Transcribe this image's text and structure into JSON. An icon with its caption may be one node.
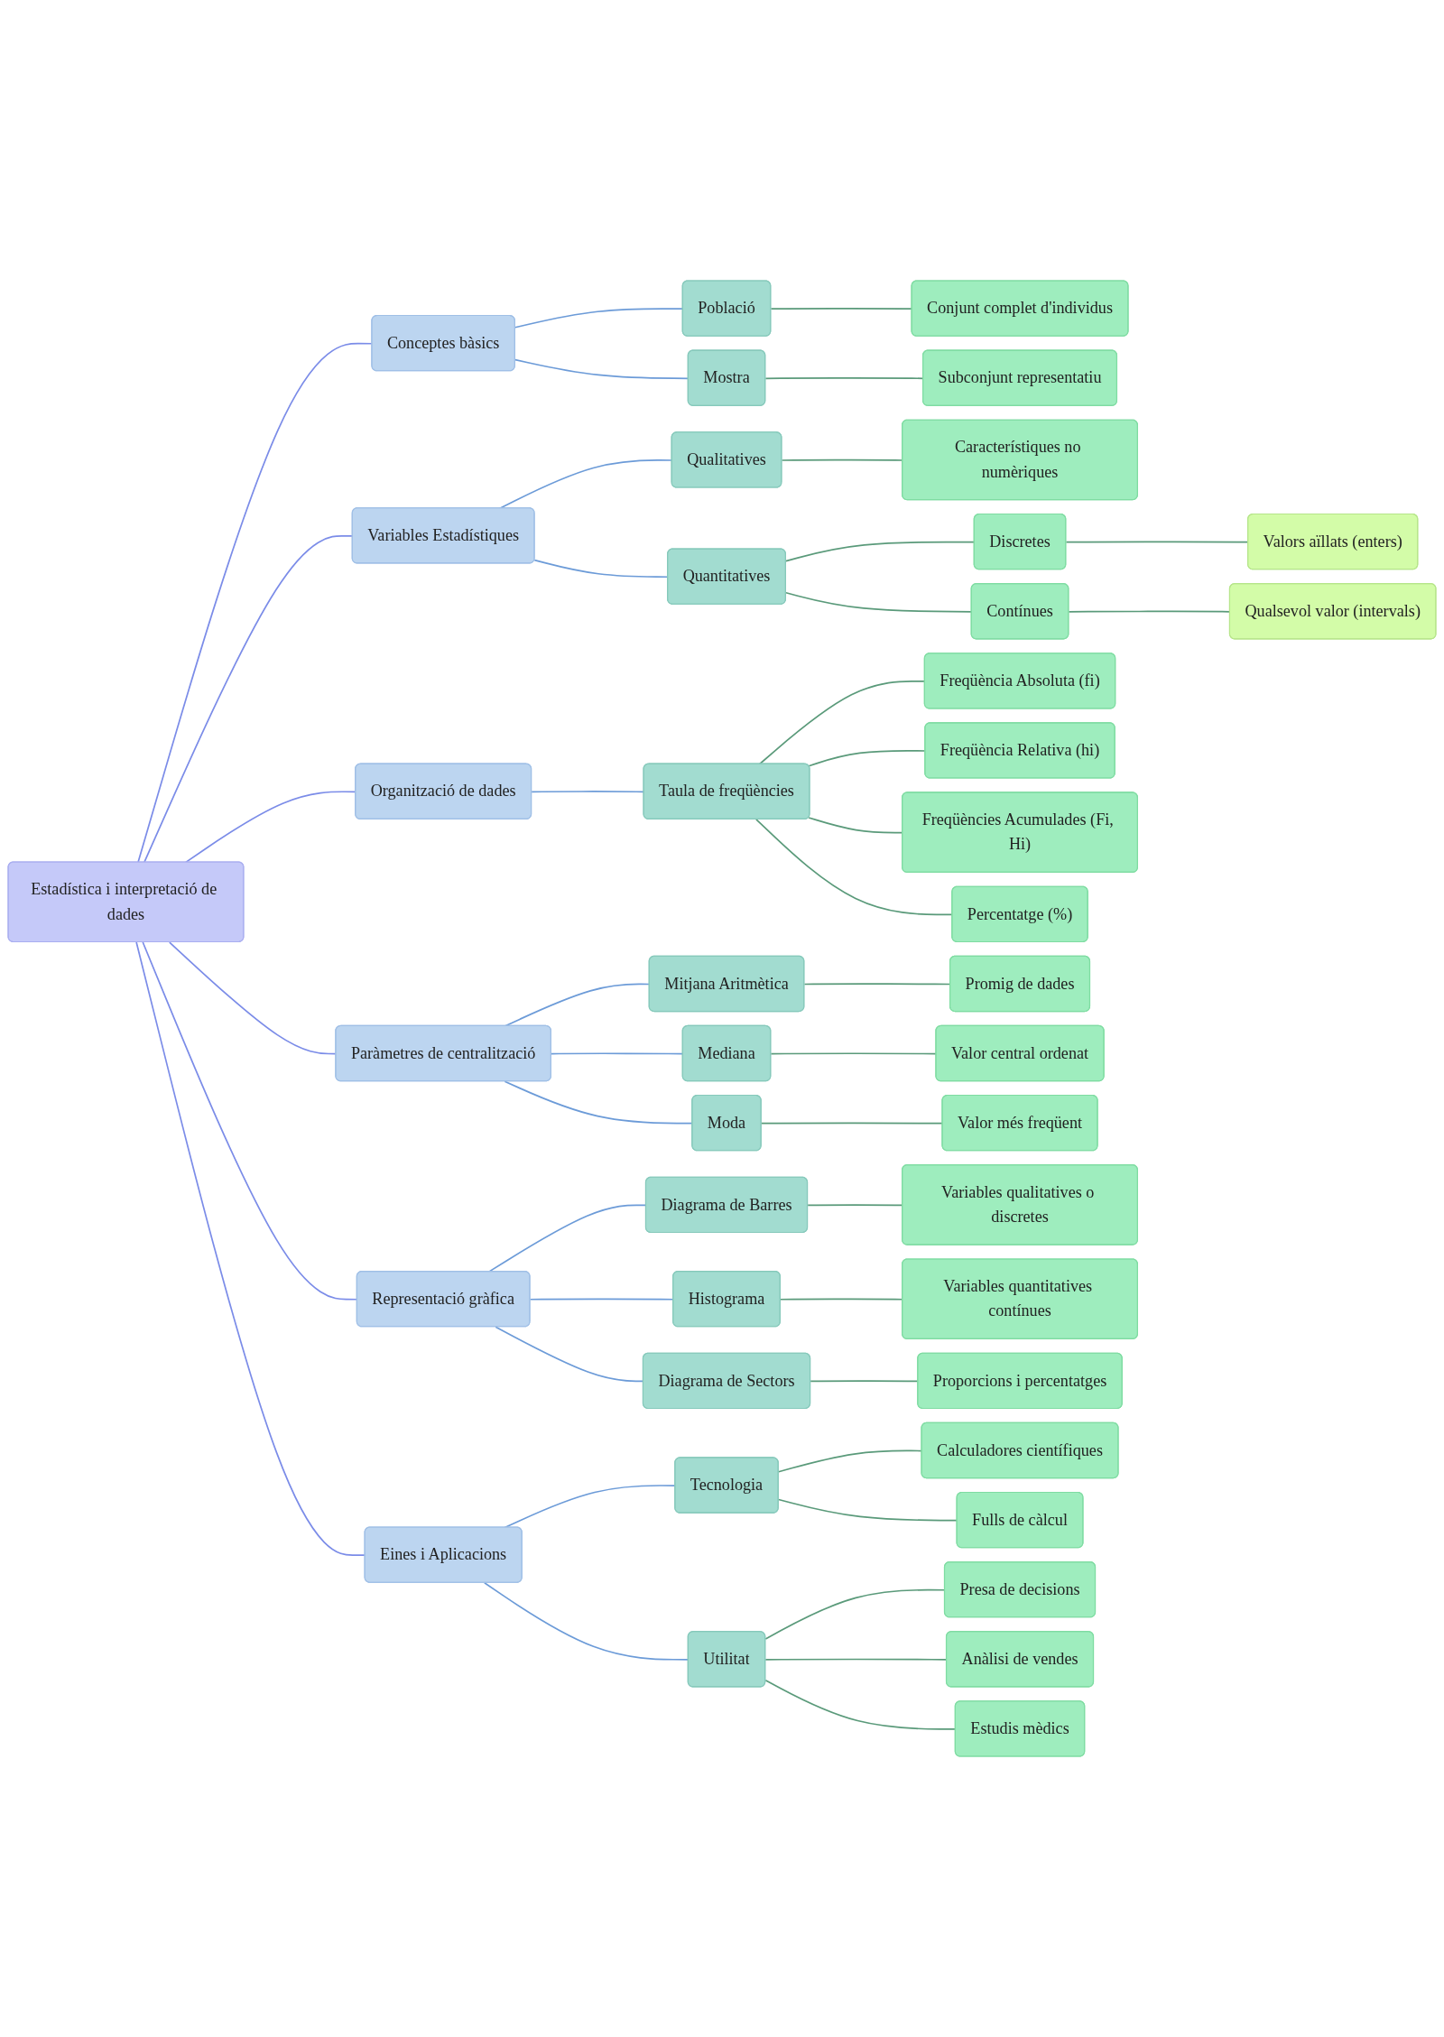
{
  "diagram": {
    "nodes": [
      {
        "text": [
          "Estadística i interpretació de dades"
        ]
      },
      {
        "text": [
          "Conceptes bàsics"
        ]
      },
      {
        "text": [
          "Població"
        ]
      },
      {
        "text": [
          "Conjunt complet d'individus"
        ]
      },
      {
        "text": [
          "Mostra"
        ]
      },
      {
        "text": [
          "Subconjunt representatiu"
        ]
      },
      {
        "text": [
          "Variables Estadístiques"
        ]
      },
      {
        "text": [
          "Qualitatives"
        ]
      },
      {
        "text": [
          "Característiques no numèriques"
        ]
      },
      {
        "text": [
          "Quantitatives"
        ]
      },
      {
        "text": [
          "Discretes"
        ]
      },
      {
        "text": [
          "Valors aïllats (enters)"
        ]
      },
      {
        "text": [
          "Contínues"
        ]
      },
      {
        "text": [
          "Qualsevol valor (intervals)"
        ]
      },
      {
        "text": [
          "Organització de dades"
        ]
      },
      {
        "text": [
          "Taula de freqüències"
        ]
      },
      {
        "text": [
          "Freqüència Absoluta (fi)"
        ]
      },
      {
        "text": [
          "Freqüència Relativa (hi)"
        ]
      },
      {
        "text": [
          "Freqüències Acumulades (Fi, Hi)"
        ]
      },
      {
        "text": [
          "Percentatge (%)"
        ]
      },
      {
        "text": [
          "Paràmetres de centralització"
        ]
      },
      {
        "text": [
          "Mitjana Aritmètica"
        ]
      },
      {
        "text": [
          "Promig de dades"
        ]
      },
      {
        "text": [
          "Mediana"
        ]
      },
      {
        "text": [
          "Valor central ordenat"
        ]
      },
      {
        "text": [
          "Moda"
        ]
      },
      {
        "text": [
          "Valor més freqüent"
        ]
      },
      {
        "text": [
          "Representació gràfica"
        ]
      },
      {
        "text": [
          "Diagrama de Barres"
        ]
      },
      {
        "text": [
          "Variables qualitatives o discretes"
        ]
      },
      {
        "text": [
          "Histograma"
        ]
      },
      {
        "text": [
          "Variables quantitatives contínues"
        ]
      },
      {
        "text": [
          "Diagrama de Sectors"
        ]
      },
      {
        "text": [
          "Proporcions i percentatges"
        ]
      },
      {
        "text": [
          "Eines i Aplicacions"
        ]
      },
      {
        "text": [
          "Tecnologia"
        ]
      },
      {
        "text": [
          "Calculadores científiques"
        ]
      },
      {
        "text": [
          "Fulls de càlcul"
        ]
      },
      {
        "text": [
          "Utilitat"
        ]
      },
      {
        "text": [
          "Presa de decisions"
        ]
      },
      {
        "text": [
          "Anàlisi de vendes"
        ]
      },
      {
        "text": [
          "Estudis mèdics"
        ]
      }
    ],
    "edges": [
      {
        "from": 0,
        "to": 1,
        "arrow": "none",
        "color": "#7b8ce8"
      },
      {
        "from": 1,
        "to": 2,
        "arrow": "none",
        "color": "#6c9bd8"
      },
      {
        "from": 2,
        "to": 3,
        "arrow": "none"
      },
      {
        "from": 1,
        "to": 4,
        "arrow": "none",
        "color": "#6c9bd8"
      },
      {
        "from": 4,
        "to": 5,
        "arrow": "none"
      },
      {
        "from": 0,
        "to": 6,
        "arrow": "none",
        "color": "#7b8ce8"
      },
      {
        "from": 6,
        "to": 7,
        "arrow": "none",
        "color": "#6c9bd8"
      },
      {
        "from": 7,
        "to": 8,
        "arrow": "none"
      },
      {
        "from": 6,
        "to": 9,
        "arrow": "none",
        "color": "#6c9bd8"
      },
      {
        "from": 9,
        "to": 10,
        "arrow": "none"
      },
      {
        "from": 10,
        "to": 11,
        "arrow": "none"
      },
      {
        "from": 9,
        "to": 12,
        "arrow": "none"
      },
      {
        "from": 12,
        "to": 13,
        "arrow": "none"
      },
      {
        "from": 0,
        "to": 14,
        "arrow": "none",
        "color": "#7b8ce8"
      },
      {
        "from": 14,
        "to": 15,
        "arrow": "none",
        "color": "#6c9bd8"
      },
      {
        "from": 15,
        "to": 16,
        "arrow": "none"
      },
      {
        "from": 15,
        "to": 17,
        "arrow": "none"
      },
      {
        "from": 15,
        "to": 18,
        "arrow": "none"
      },
      {
        "from": 15,
        "to": 19,
        "arrow": "none"
      },
      {
        "from": 0,
        "to": 20,
        "arrow": "none",
        "color": "#7b8ce8"
      },
      {
        "from": 20,
        "to": 21,
        "arrow": "none",
        "color": "#6c9bd8"
      },
      {
        "from": 21,
        "to": 22,
        "arrow": "none"
      },
      {
        "from": 20,
        "to": 23,
        "arrow": "none",
        "color": "#6c9bd8"
      },
      {
        "from": 23,
        "to": 24,
        "arrow": "none"
      },
      {
        "from": 20,
        "to": 25,
        "arrow": "none",
        "color": "#6c9bd8"
      },
      {
        "from": 25,
        "to": 26,
        "arrow": "none"
      },
      {
        "from": 0,
        "to": 27,
        "arrow": "none",
        "color": "#7b8ce8"
      },
      {
        "from": 27,
        "to": 28,
        "arrow": "none",
        "color": "#6c9bd8"
      },
      {
        "from": 28,
        "to": 29,
        "arrow": "none"
      },
      {
        "from": 27,
        "to": 30,
        "arrow": "none",
        "color": "#6c9bd8"
      },
      {
        "from": 30,
        "to": 31,
        "arrow": "none"
      },
      {
        "from": 27,
        "to": 32,
        "arrow": "none",
        "color": "#6c9bd8"
      },
      {
        "from": 32,
        "to": 33,
        "arrow": "none"
      },
      {
        "from": 0,
        "to": 34,
        "arrow": "none",
        "color": "#7b8ce8"
      },
      {
        "from": 34,
        "to": 35,
        "arrow": "none",
        "color": "#6c9bd8"
      },
      {
        "from": 35,
        "to": 36,
        "arrow": "none"
      },
      {
        "from": 35,
        "to": 37,
        "arrow": "none"
      },
      {
        "from": 34,
        "to": 38,
        "arrow": "none",
        "color": "#6c9bd8"
      },
      {
        "from": 38,
        "to": 39,
        "arrow": "none"
      },
      {
        "from": 38,
        "to": 40,
        "arrow": "none"
      },
      {
        "from": 38,
        "to": 41,
        "arrow": "none"
      }
    ]
  }
}
